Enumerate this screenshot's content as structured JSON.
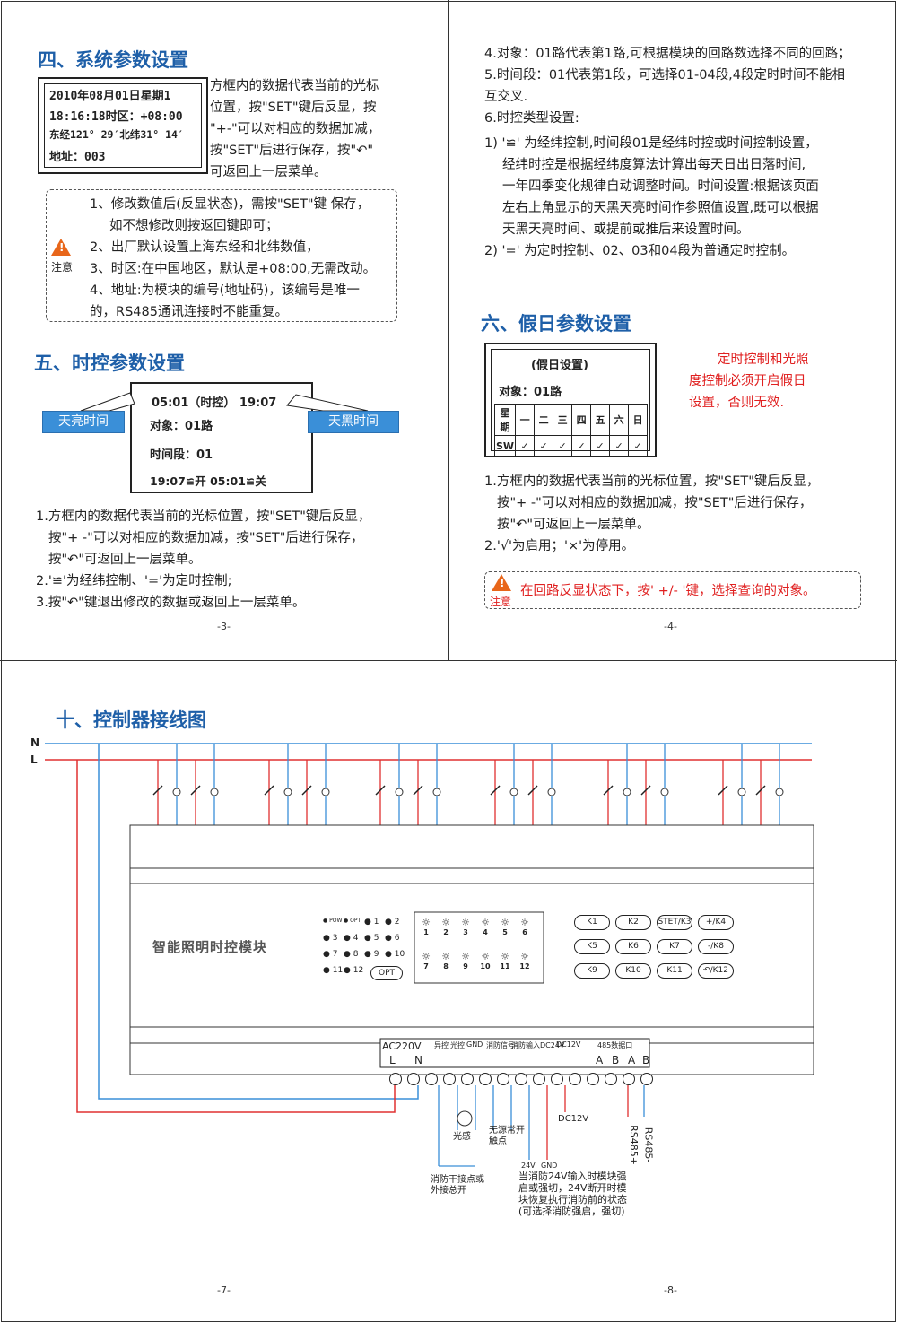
{
  "page3": {
    "title": "四、系统参数设置",
    "lcd": {
      "line1": "2010年08月01日星期1",
      "line2": "18:16:18时区：+08:00",
      "line3": "东经121° 29′北纬31° 14′",
      "line4": "地址：003"
    },
    "lcd_desc": [
      "方框内的数据代表当前的光标",
      "位置，按\"SET\"键后反显，按",
      "\"+-\"可以对相应的数据加减，",
      "按\"SET\"后进行保存，按\"↶\"",
      "可返回上一层菜单。"
    ],
    "note_label": "注意",
    "notes": [
      "1、修改数值后(反显状态)，需按\"SET\"键 保存，",
      "如不想修改则按返回键即可；",
      "2、出厂默认设置上海东经和北纬数值，",
      "3、时区:在中国地区，默认是+08:00,无需改动。",
      "4、地址:为模块的编号(地址码)，该编号是唯一",
      "的，RS485通讯连接时不能重复。"
    ],
    "title2": "五、时控参数设置",
    "lcd2": {
      "line1": "05:01（时控） 19:07",
      "line2": "对象：01路",
      "line3": "时间段：01",
      "line4": "19:07≌开    05:01≌关"
    },
    "tag_left": "天亮时间",
    "tag_right": "天黑时间",
    "desc": [
      "1.方框内的数据代表当前的光标位置，按\"SET\"键后反显，",
      "按\"+ -\"可以对相应的数据加减，按\"SET\"后进行保存，",
      "按\"↶\"可返回上一层菜单。",
      "2.'≌'为经纬控制、'='为定时控制;",
      "3.按\"↶\"键退出修改的数据或返回上一层菜单。"
    ],
    "page_num": "-3-"
  },
  "page4": {
    "lines": [
      "4.对象：01路代表第1路,可根据模块的回路数选择不同的回路；",
      "5.时间段：01代表第1段，可选择01-04段,4段定时时间不能相",
      "互交叉.",
      "6.时控类型设置:",
      "1) '≌' 为经纬控制,时间段01是经纬时控或时间控制设置，",
      "经纬时控是根据经纬度算法计算出每天日出日落时间,",
      "一年四季变化规律自动调整时间。时间设置:根据该页面",
      "左右上角显示的天黑天亮时间作参照值设置,既可以根据",
      "天黑天亮时间、或提前或推后来设置时间。",
      "2) '=' 为定时控制、02、03和04段为普通定时控制。"
    ],
    "title": "六、假日参数设置",
    "lcd": {
      "title": "(假日设置)",
      "object": "对象：01路",
      "days": [
        "星期",
        "一",
        "二",
        "三",
        "四",
        "五",
        "六",
        "日"
      ],
      "sw": [
        "SW",
        "✓",
        "✓",
        "✓",
        "✓",
        "✓",
        "✓",
        "✓"
      ]
    },
    "red_note": [
      "定时控制和光照",
      "度控制必须开启假日",
      "设置，否则无效."
    ],
    "desc": [
      "1.方框内的数据代表当前的光标位置，按\"SET\"键后反显，",
      "按\"+ -\"可以对相应的数据加减，按\"SET\"后进行保存，",
      "按\"↶\"可返回上一层菜单。",
      "2.'√'为启用；'×'为停用。"
    ],
    "note_label": "注意",
    "note": "在回路反显状态下，按' +/- '键，选择查询的对象。",
    "page_num": "-4-"
  },
  "diagram": {
    "title": "十、控制器接线图",
    "N": "N",
    "L": "L",
    "module_name": "智能照明时控模块",
    "leds": [
      "POW",
      "OPT",
      "1",
      "2",
      "3",
      "4",
      "5",
      "6",
      "7",
      "8",
      "9",
      "10",
      "11",
      "12"
    ],
    "opt": "OPT",
    "lamp_nums": [
      "1",
      "2",
      "3",
      "4",
      "5",
      "6",
      "7",
      "8",
      "9",
      "10",
      "11",
      "12"
    ],
    "keys": [
      "K1",
      "K2",
      "STET/K3",
      "+/K4",
      "K5",
      "K6",
      "K7",
      "-/K8",
      "K9",
      "K10",
      "K11",
      "↶/K12"
    ],
    "term_headers": [
      "AC220V",
      "异控",
      "光控",
      "GND",
      "消防信号",
      "消防输入DC24V",
      "DC12V",
      "485数据口"
    ],
    "term_labels": [
      "L",
      "N",
      "A",
      "B",
      "A",
      "B"
    ],
    "light_sensor": "光感",
    "dry_contact": "无源常开触点",
    "fire_contact": "消防干接点或外接总开",
    "v24": "24V",
    "gnd": "GND",
    "dc12v": "DC12V",
    "rs485p": "RS485+",
    "rs485m": "RS485-",
    "fire_note": [
      "当消防24V输入时模块强",
      "启或强切，24V断开时模",
      "块恢复执行消防前的状态",
      "(可选择消防强启，强切)"
    ],
    "page7": "-7-",
    "page8": "-8-"
  }
}
